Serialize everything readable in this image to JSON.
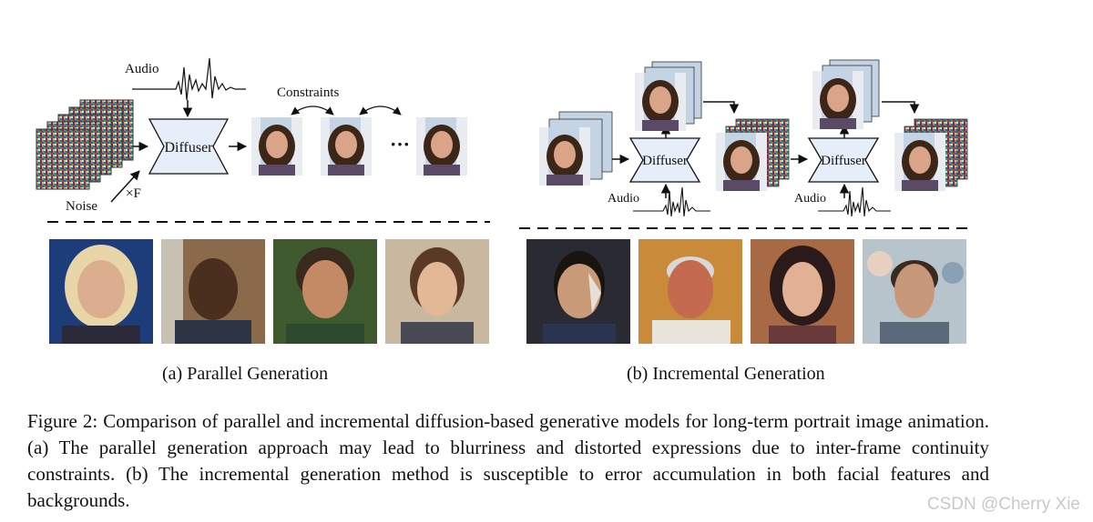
{
  "figure": {
    "parallel": {
      "audio_label": "Audio",
      "constraints_label": "Constraints",
      "diffuser_label": "Diffuser",
      "noise_label": "Noise",
      "frames_label": "×F",
      "ellipsis": "···",
      "subcaption": "(a)  Parallel Generation"
    },
    "incremental": {
      "diffuser_label_1": "Diffuser",
      "diffuser_label_2": "Diffuser",
      "audio_label_1": "Audio",
      "audio_label_2": "Audio",
      "subcaption": "(b)  Incremental Generation"
    },
    "colors": {
      "diffuser_fill": "#e6eef9",
      "skin": "#d9a488",
      "hair": "#3b2618",
      "sky": "#c5d4e4"
    }
  },
  "caption": "Figure 2: Comparison of parallel and incremental diffusion-based generative models for long-term portrait image animation. (a) The parallel generation approach may lead to blurriness and distorted expressions due to inter-frame continuity constraints. (b) The incremental generation method is susceptible to error accumulation in both facial features and backgrounds.",
  "watermark": "CSDN @Cherry Xie"
}
